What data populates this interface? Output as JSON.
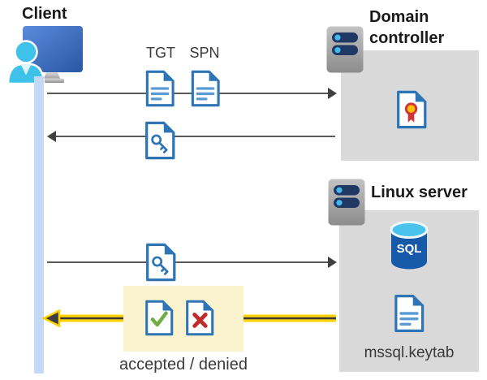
{
  "diagram": {
    "client": {
      "label": "Client"
    },
    "domain_controller": {
      "label": "Domain controller"
    },
    "linux_server": {
      "label": "Linux server",
      "sql_badge": "SQL",
      "keytab_label": "mssql.keytab"
    },
    "tickets": {
      "tgt": "TGT",
      "spn": "SPN"
    },
    "result_label": "accepted / denied",
    "flows": [
      {
        "from": "client",
        "to": "domain_controller",
        "direction": "right",
        "items": [
          "TGT",
          "SPN"
        ],
        "highlighted": false
      },
      {
        "from": "domain_controller",
        "to": "client",
        "direction": "left",
        "items": [
          "key-document"
        ],
        "highlighted": false
      },
      {
        "from": "client",
        "to": "linux_server",
        "direction": "right",
        "items": [
          "key-document"
        ],
        "highlighted": false
      },
      {
        "from": "linux_server",
        "to": "client",
        "direction": "left",
        "items": [
          "accepted-document",
          "denied-document"
        ],
        "highlighted": true
      }
    ]
  },
  "colors": {
    "doc_blue": "#2e75b6",
    "doc_line_blue": "#5b9bd5",
    "check_green": "#70ad47",
    "cross_red": "#c02b2b",
    "cert_red": "#d13438",
    "cert_yellow": "#ffc000",
    "sql_blue": "#1659a9",
    "sql_top": "#49c3ee",
    "server_navy": "#1f3864",
    "server_dot": "#45b9e9",
    "gray_box": "#d9d9d9",
    "arrow_gray": "#595959",
    "arrowhead_gray": "#404040",
    "gold": "#ffd100",
    "gold_core": "#3a3a3a",
    "highlight_yellow": "#faf3cd",
    "timeline_blue": "#c3d9f5",
    "person_cyan": "#3fc2ea",
    "text_dark": "#1a1a1a",
    "text_gray": "#3a3a3a"
  }
}
